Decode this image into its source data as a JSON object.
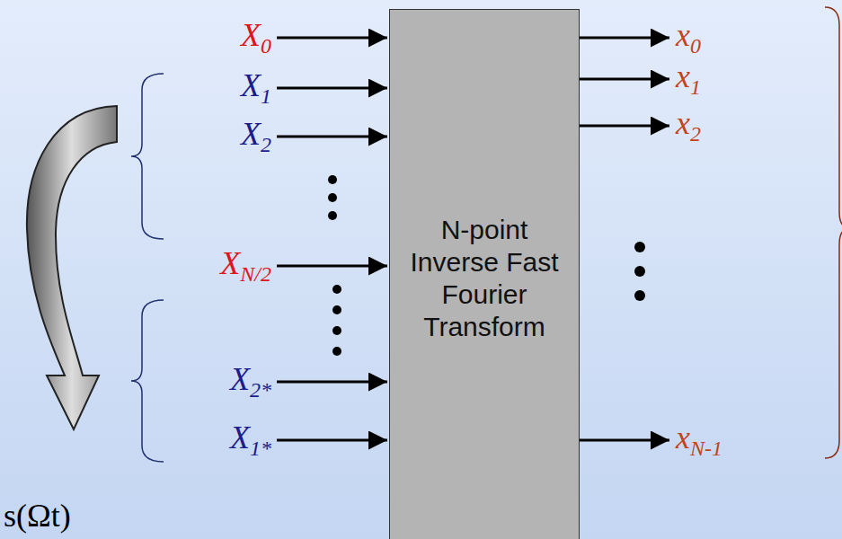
{
  "diagram": {
    "nodes": [
      {
        "text": [
          "N-point Inverse Fast Fourier Transform"
        ]
      }
    ],
    "labels": [
      "X0",
      "X1",
      "X2",
      "XN/2",
      "X2*",
      "X1*",
      "x0",
      "x1",
      "x2",
      "xN-1",
      "s(Ωt)"
    ]
  }
}
